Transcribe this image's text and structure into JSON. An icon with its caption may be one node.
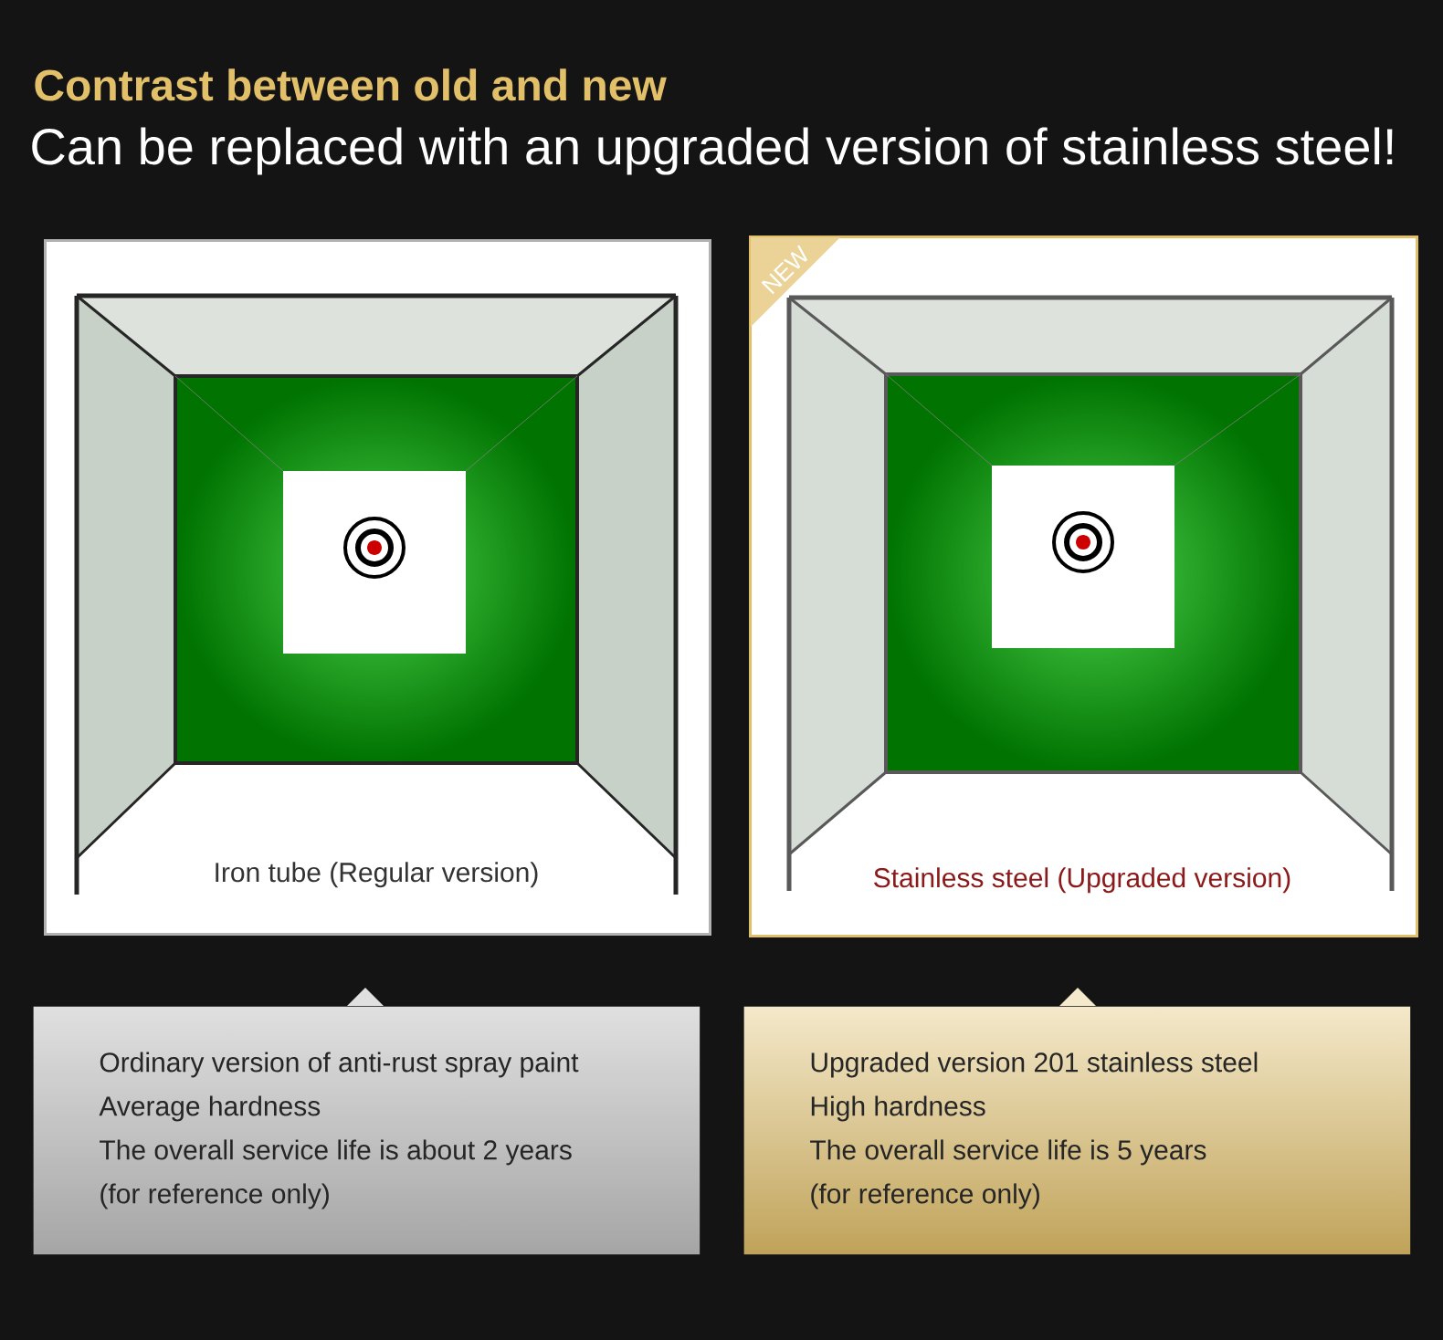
{
  "diagram": {
    "title": "Contrast between old and new",
    "nodes": [
      {
        "text": [
          "Iron tube  (Regular version)"
        ]
      },
      {
        "text": [
          "Stainless steel (Upgraded version)"
        ]
      },
      {
        "text": [
          "Ordinary version of anti-rust spray paint",
          "Average hardness",
          "The overall service life is about 2 years",
          "(for reference only)"
        ]
      },
      {
        "text": [
          "Upgraded version 201 stainless steel",
          "High hardness",
          "The overall service life is 5 years",
          "(for reference only)"
        ]
      }
    ],
    "labels": [
      "Can be replaced with an upgraded version of stainless steel!",
      "NEW"
    ]
  }
}
